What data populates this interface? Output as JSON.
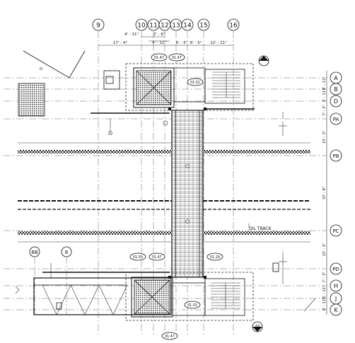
{
  "top_grid_labels": [
    "9",
    "10",
    "11",
    "12",
    "13",
    "14",
    "15",
    "16"
  ],
  "top_dimensions": [
    "4' - 11\"",
    "2' - 6\"",
    "17' - 4\"",
    "4' - 11\"",
    "6' - 5\"",
    "6' - 5\"",
    "12' - 11\""
  ],
  "right_grid_labels": [
    "A",
    "B",
    "D",
    "PA",
    "PB",
    "PC",
    "PD",
    "H",
    "J",
    "K"
  ],
  "right_dimensions": [
    "4' - 11\"",
    "5' - 11\"",
    "7' - 3\"",
    "15' - 3\"",
    "37' - 8\"",
    "15' - 3\"",
    "7' - 3\"",
    "5' - 11\"",
    "4' - 11\""
  ],
  "bottom_left_grid_labels": [
    "6B",
    "8"
  ],
  "section_tags": {
    "top_right": "A3",
    "bottom_right": "A4"
  },
  "elevation_tags": {
    "top_1": "01.47",
    "top_2": "01.47",
    "top_room": "01.52",
    "bot_1": "01.50",
    "bot_2": "01.47",
    "bot_3": "01.29",
    "bot_room": "01.53",
    "bottom": "01.47"
  },
  "track_label": "OIL TRACK",
  "colors": {
    "ink": "#111111",
    "hatch": "#555555",
    "background": "#ffffff"
  }
}
